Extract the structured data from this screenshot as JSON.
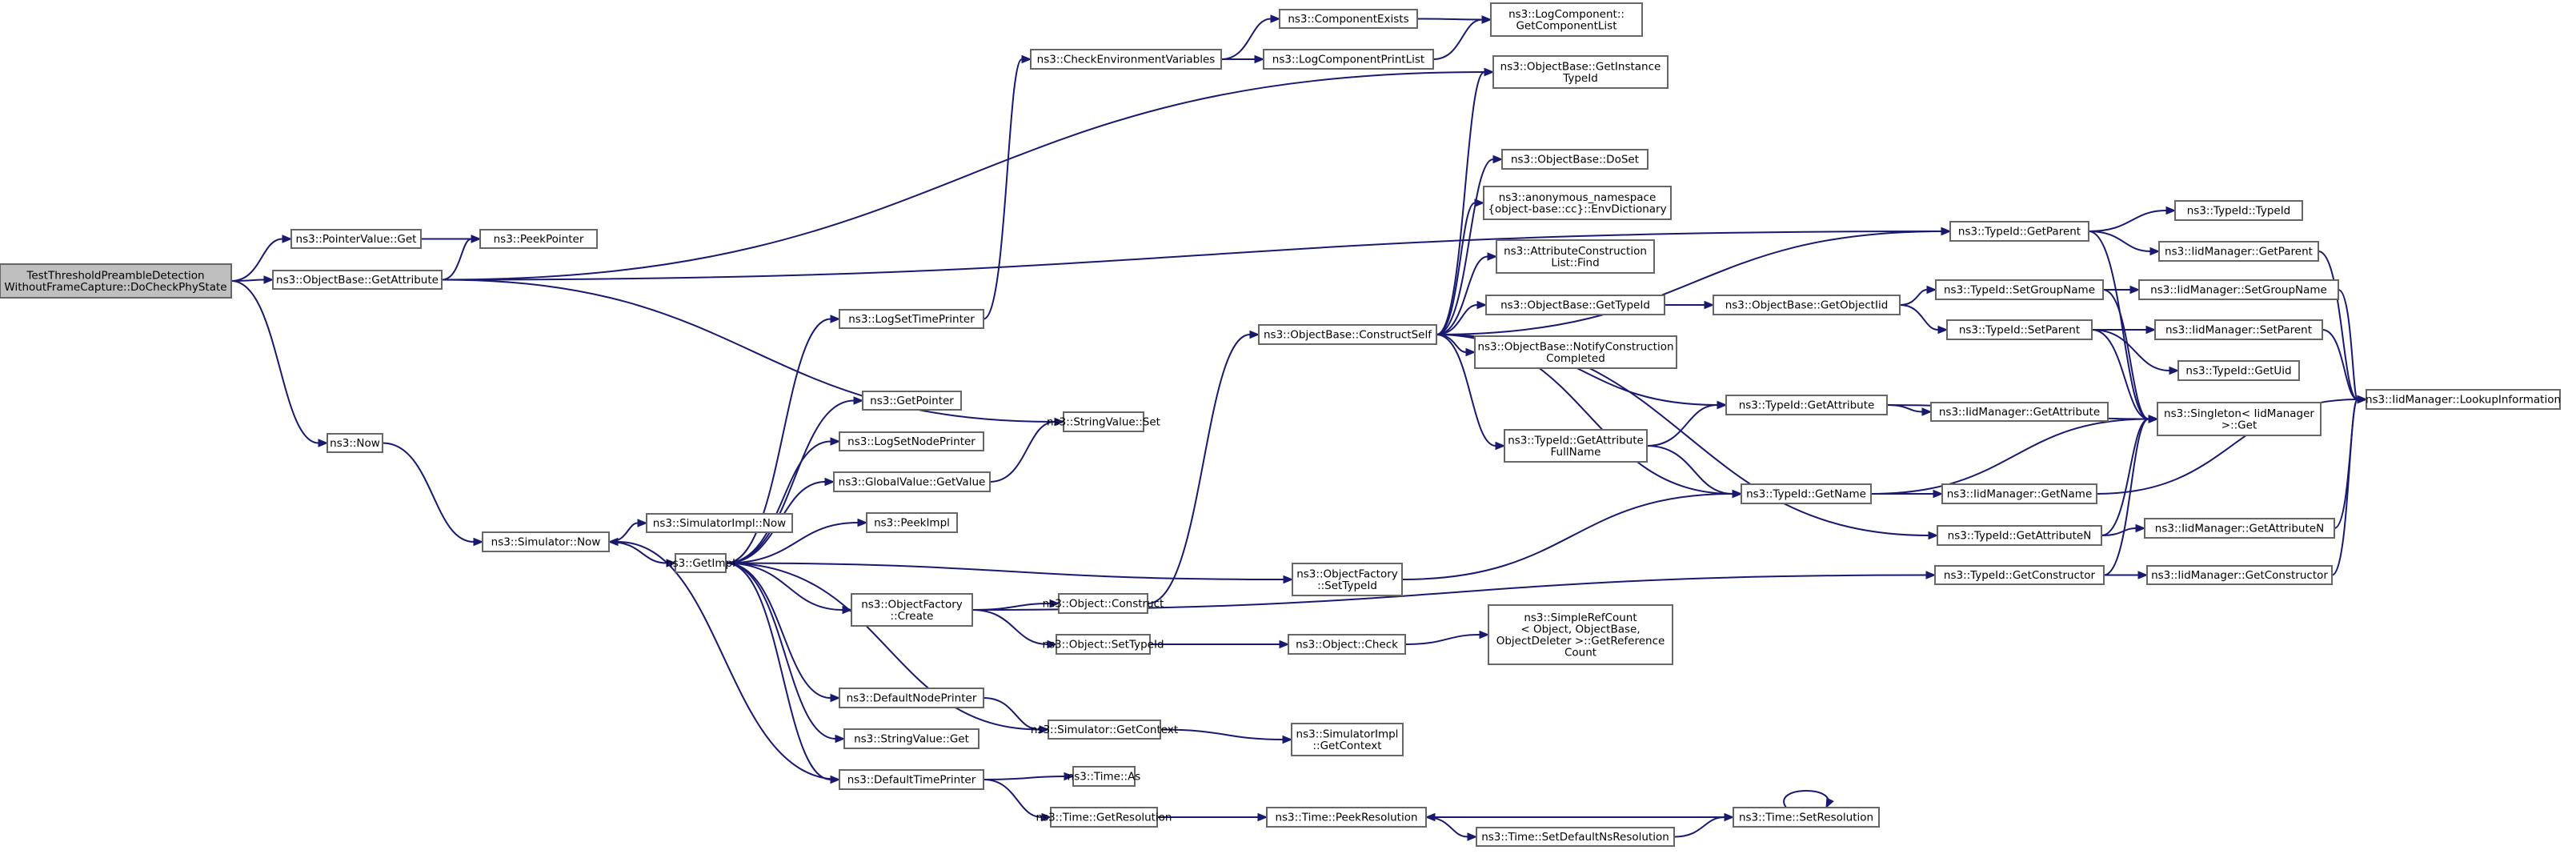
{
  "diagram": {
    "nodes": [
      {
        "id": "root",
        "lines": [
          "TestThresholdPreambleDetection",
          "WithoutFrameCapture::DoCheckPhyState"
        ],
        "root": true
      },
      {
        "id": "pvget",
        "lines": [
          "ns3::PointerValue::Get"
        ]
      },
      {
        "id": "peekptr",
        "lines": [
          "ns3::PeekPointer"
        ]
      },
      {
        "id": "obgetattr",
        "lines": [
          "ns3::ObjectBase::GetAttribute"
        ]
      },
      {
        "id": "now",
        "lines": [
          "ns3::Now"
        ]
      },
      {
        "id": "simnow",
        "lines": [
          "ns3::Simulator::Now"
        ]
      },
      {
        "id": "simimplnow",
        "lines": [
          "ns3::SimulatorImpl::Now"
        ]
      },
      {
        "id": "getimpl",
        "lines": [
          "ns3::GetImpl"
        ]
      },
      {
        "id": "logsettime",
        "lines": [
          "ns3::LogSetTimePrinter"
        ]
      },
      {
        "id": "getpointer",
        "lines": [
          "ns3::GetPointer"
        ]
      },
      {
        "id": "logsetnode",
        "lines": [
          "ns3::LogSetNodePrinter"
        ]
      },
      {
        "id": "gvgetvalue",
        "lines": [
          "ns3::GlobalValue::GetValue"
        ]
      },
      {
        "id": "peekimpl",
        "lines": [
          "ns3::PeekImpl"
        ]
      },
      {
        "id": "ofcreate",
        "lines": [
          "ns3::ObjectFactory",
          "::Create"
        ]
      },
      {
        "id": "defnode",
        "lines": [
          "ns3::DefaultNodePrinter"
        ]
      },
      {
        "id": "strvalget",
        "lines": [
          "ns3::StringValue::Get"
        ]
      },
      {
        "id": "deftime",
        "lines": [
          "ns3::DefaultTimePrinter"
        ]
      },
      {
        "id": "strvalset",
        "lines": [
          "ns3::StringValue::Set"
        ]
      },
      {
        "id": "checkenv",
        "lines": [
          "ns3::CheckEnvironmentVariables"
        ]
      },
      {
        "id": "compexists",
        "lines": [
          "ns3::ComponentExists"
        ]
      },
      {
        "id": "logcompprint",
        "lines": [
          "ns3::LogComponentPrintList"
        ]
      },
      {
        "id": "getcomplist",
        "lines": [
          "ns3::LogComponent::",
          "GetComponentList"
        ]
      },
      {
        "id": "objconstruct",
        "lines": [
          "ns3::Object::Construct"
        ]
      },
      {
        "id": "objsettypeid",
        "lines": [
          "ns3::Object::SetTypeId"
        ]
      },
      {
        "id": "simgetctx",
        "lines": [
          "ns3::Simulator::GetContext"
        ]
      },
      {
        "id": "timeas",
        "lines": [
          "ns3::Time::As"
        ]
      },
      {
        "id": "timegetres",
        "lines": [
          "ns3::Time::GetResolution"
        ]
      },
      {
        "id": "constructself",
        "lines": [
          "ns3::ObjectBase::ConstructSelf"
        ]
      },
      {
        "id": "ofsettypeid",
        "lines": [
          "ns3::ObjectFactory",
          "::SetTypeId"
        ]
      },
      {
        "id": "objcheck",
        "lines": [
          "ns3::Object::Check"
        ]
      },
      {
        "id": "simimplctx",
        "lines": [
          "ns3::SimulatorImpl",
          "::GetContext"
        ]
      },
      {
        "id": "peekres",
        "lines": [
          "ns3::Time::PeekResolution"
        ]
      },
      {
        "id": "getinsttid",
        "lines": [
          "ns3::ObjectBase::GetInstance",
          "TypeId"
        ]
      },
      {
        "id": "doset",
        "lines": [
          "ns3::ObjectBase::DoSet"
        ]
      },
      {
        "id": "envdict",
        "lines": [
          "ns3::anonymous_namespace",
          "{object-base::cc}::EnvDictionary"
        ]
      },
      {
        "id": "acfind",
        "lines": [
          "ns3::AttributeConstruction",
          "List::Find"
        ]
      },
      {
        "id": "obgettid",
        "lines": [
          "ns3::ObjectBase::GetTypeId"
        ]
      },
      {
        "id": "notifycc",
        "lines": [
          "ns3::ObjectBase::NotifyConstruction",
          "Completed"
        ]
      },
      {
        "id": "tidgetattrfull",
        "lines": [
          "ns3::TypeId::GetAttribute",
          "FullName"
        ]
      },
      {
        "id": "srcgetref",
        "lines": [
          "ns3::SimpleRefCount",
          "< Object, ObjectBase,",
          "ObjectDeleter >::GetReference",
          "Count"
        ]
      },
      {
        "id": "setdefns",
        "lines": [
          "ns3::Time::SetDefaultNsResolution"
        ]
      },
      {
        "id": "obgetobjtid",
        "lines": [
          "ns3::ObjectBase::GetObjectIid"
        ]
      },
      {
        "id": "tidgetattr",
        "lines": [
          "ns3::TypeId::GetAttribute"
        ]
      },
      {
        "id": "tidgetname",
        "lines": [
          "ns3::TypeId::GetName"
        ]
      },
      {
        "id": "tidgetparent",
        "lines": [
          "ns3::TypeId::GetParent"
        ]
      },
      {
        "id": "tidsetgroup",
        "lines": [
          "ns3::TypeId::SetGroupName"
        ]
      },
      {
        "id": "tidsetparent",
        "lines": [
          "ns3::TypeId::SetParent"
        ]
      },
      {
        "id": "iidgetattr",
        "lines": [
          "ns3::IidManager::GetAttribute"
        ]
      },
      {
        "id": "iidgetname",
        "lines": [
          "ns3::IidManager::GetName"
        ]
      },
      {
        "id": "tidgetattrn",
        "lines": [
          "ns3::TypeId::GetAttributeN"
        ]
      },
      {
        "id": "tidgetctor",
        "lines": [
          "ns3::TypeId::GetConstructor"
        ]
      },
      {
        "id": "timesetres",
        "lines": [
          "ns3::Time::SetResolution"
        ]
      },
      {
        "id": "tidtypeid",
        "lines": [
          "ns3::TypeId::TypeId"
        ]
      },
      {
        "id": "iidgetparent",
        "lines": [
          "ns3::IidManager::GetParent"
        ]
      },
      {
        "id": "iidsetgroup",
        "lines": [
          "ns3::IidManager::SetGroupName"
        ]
      },
      {
        "id": "iidsetparent",
        "lines": [
          "ns3::IidManager::SetParent"
        ]
      },
      {
        "id": "tidgetuid",
        "lines": [
          "ns3::TypeId::GetUid"
        ]
      },
      {
        "id": "singleton",
        "lines": [
          "ns3::Singleton< IidManager",
          ">::Get"
        ]
      },
      {
        "id": "iidgetattrn",
        "lines": [
          "ns3::IidManager::GetAttributeN"
        ]
      },
      {
        "id": "iidgetctor",
        "lines": [
          "ns3::IidManager::GetConstructor"
        ]
      },
      {
        "id": "lookup",
        "lines": [
          "ns3::IidManager::LookupInformation"
        ]
      }
    ],
    "edges": [
      [
        "root",
        "pvget"
      ],
      [
        "root",
        "obgetattr"
      ],
      [
        "root",
        "now"
      ],
      [
        "pvget",
        "peekptr"
      ],
      [
        "obgetattr",
        "peekptr"
      ],
      [
        "obgetattr",
        "strvalset"
      ],
      [
        "obgetattr",
        "getinsttid"
      ],
      [
        "obgetattr",
        "tidgetparent"
      ],
      [
        "now",
        "simnow"
      ],
      [
        "simnow",
        "simimplnow"
      ],
      [
        "simnow",
        "getimpl"
      ],
      [
        "getimpl",
        "logsettime"
      ],
      [
        "getimpl",
        "getpointer"
      ],
      [
        "getimpl",
        "logsetnode"
      ],
      [
        "getimpl",
        "gvgetvalue"
      ],
      [
        "getimpl",
        "peekimpl"
      ],
      [
        "getimpl",
        "ofcreate"
      ],
      [
        "getimpl",
        "defnode"
      ],
      [
        "getimpl",
        "strvalget"
      ],
      [
        "getimpl",
        "deftime"
      ],
      [
        "getimpl",
        "ofsettypeid"
      ],
      [
        "getimpl",
        "simgetctx"
      ],
      [
        "logsettime",
        "checkenv"
      ],
      [
        "checkenv",
        "compexists"
      ],
      [
        "checkenv",
        "logcompprint"
      ],
      [
        "compexists",
        "getcomplist"
      ],
      [
        "logcompprint",
        "getcomplist"
      ],
      [
        "gvgetvalue",
        "strvalset"
      ],
      [
        "ofcreate",
        "objconstruct"
      ],
      [
        "ofcreate",
        "objsettypeid"
      ],
      [
        "ofcreate",
        "tidgetctor"
      ],
      [
        "objconstruct",
        "constructself"
      ],
      [
        "objsettypeid",
        "objcheck"
      ],
      [
        "objcheck",
        "srcgetref"
      ],
      [
        "defnode",
        "simgetctx"
      ],
      [
        "simgetctx",
        "simimplctx"
      ],
      [
        "deftime",
        "simnow"
      ],
      [
        "deftime",
        "timeas"
      ],
      [
        "deftime",
        "timegetres"
      ],
      [
        "timegetres",
        "peekres"
      ],
      [
        "ofsettypeid",
        "tidgetname"
      ],
      [
        "constructself",
        "getinsttid"
      ],
      [
        "constructself",
        "doset"
      ],
      [
        "constructself",
        "envdict"
      ],
      [
        "constructself",
        "acfind"
      ],
      [
        "constructself",
        "obgettid"
      ],
      [
        "constructself",
        "notifycc"
      ],
      [
        "constructself",
        "tidgetattr"
      ],
      [
        "constructself",
        "tidgetattrfull"
      ],
      [
        "constructself",
        "tidgetname"
      ],
      [
        "constructself",
        "tidgetattrn"
      ],
      [
        "constructself",
        "tidgetparent"
      ],
      [
        "obgettid",
        "obgetobjtid"
      ],
      [
        "obgetobjtid",
        "tidsetgroup"
      ],
      [
        "obgetobjtid",
        "tidsetparent"
      ],
      [
        "tidgetattrfull",
        "tidgetattr"
      ],
      [
        "tidgetattrfull",
        "tidgetname"
      ],
      [
        "tidgetattr",
        "iidgetattr"
      ],
      [
        "tidgetattr",
        "singleton"
      ],
      [
        "tidgetname",
        "iidgetname"
      ],
      [
        "tidgetname",
        "singleton"
      ],
      [
        "tidgetparent",
        "tidtypeid"
      ],
      [
        "tidgetparent",
        "iidgetparent"
      ],
      [
        "tidgetparent",
        "singleton"
      ],
      [
        "tidsetgroup",
        "iidsetgroup"
      ],
      [
        "tidsetgroup",
        "singleton"
      ],
      [
        "tidsetparent",
        "iidsetparent"
      ],
      [
        "tidsetparent",
        "tidgetuid"
      ],
      [
        "tidsetparent",
        "singleton"
      ],
      [
        "tidgetattrn",
        "iidgetattrn"
      ],
      [
        "tidgetattrn",
        "singleton"
      ],
      [
        "tidgetctor",
        "iidgetctor"
      ],
      [
        "tidgetctor",
        "singleton"
      ],
      [
        "iidgetparent",
        "lookup"
      ],
      [
        "iidsetgroup",
        "lookup"
      ],
      [
        "iidsetparent",
        "lookup"
      ],
      [
        "iidgetname",
        "lookup"
      ],
      [
        "iidgetattrn",
        "lookup"
      ],
      [
        "iidgetctor",
        "lookup"
      ],
      [
        "peekres",
        "setdefns"
      ],
      [
        "setdefns",
        "timesetres"
      ],
      [
        "timesetres",
        "peekres"
      ],
      [
        "timesetres",
        "timesetres"
      ]
    ]
  }
}
